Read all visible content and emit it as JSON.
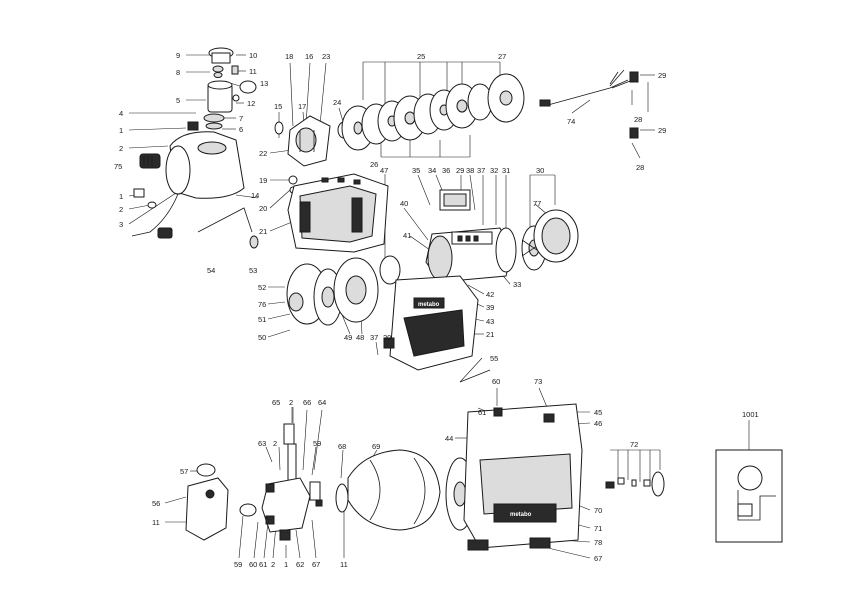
{
  "brand": "metabo",
  "labels": {
    "a1": "9",
    "a2": "10",
    "a3": "8",
    "a4": "11",
    "a5": "13",
    "a6": "5",
    "a7": "12",
    "a8": "4",
    "a9": "7",
    "a10": "1",
    "a11": "6",
    "a12": "2",
    "a13": "75",
    "a14": "1",
    "a15": "2",
    "a16": "3",
    "a17": "14",
    "a18": "15",
    "a19": "18",
    "a20": "16",
    "a21": "17",
    "a22": "23",
    "a23": "24",
    "a24": "22",
    "a25": "25",
    "a26": "27",
    "a27": "26",
    "a28": "19",
    "a29": "20",
    "a30": "21",
    "a31": "54",
    "a32": "53",
    "a33": "47",
    "a34": "35",
    "a35": "34",
    "a36": "36",
    "a37": "29",
    "a38": "38",
    "a39": "37",
    "a40": "32",
    "a41": "31",
    "a42": "30",
    "a43": "40",
    "a44": "41",
    "a45": "77",
    "a46": "42",
    "a47": "33",
    "a48": "39",
    "a49": "43",
    "a50": "21",
    "a51": "52",
    "a52": "76",
    "a53": "51",
    "a54": "50",
    "a55": "49",
    "a56": "48",
    "a57": "37",
    "a58": "20",
    "a59": "55",
    "a60": "29",
    "a61": "74",
    "a62": "28",
    "a63": "29",
    "a64": "28",
    "b1": "65",
    "b2": "2",
    "b3": "66",
    "b4": "64",
    "b5": "63",
    "b6": "2",
    "b7": "59",
    "b8": "68",
    "b9": "69",
    "b10": "57",
    "b11": "56",
    "b12": "11",
    "b13": "59",
    "b14": "60",
    "b15": "61",
    "b16": "2",
    "b17": "1",
    "b18": "62",
    "b19": "67",
    "b20": "11",
    "c1": "60",
    "c2": "73",
    "c3": "61",
    "c4": "45",
    "c5": "46",
    "c6": "44",
    "c7": "72",
    "c8": "70",
    "c9": "71",
    "c10": "78",
    "c11": "67",
    "c12": "1001"
  }
}
